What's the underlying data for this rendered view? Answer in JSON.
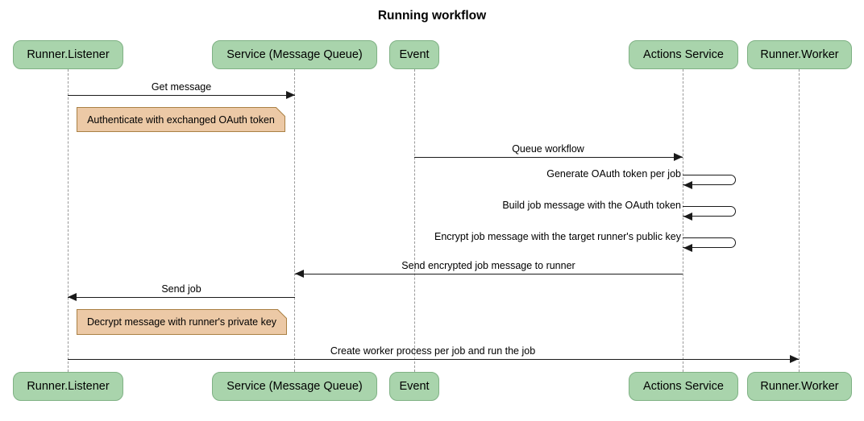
{
  "title": "Running workflow",
  "participants": [
    {
      "label": "Runner.Listener"
    },
    {
      "label": "Service (Message Queue)"
    },
    {
      "label": "Event"
    },
    {
      "label": "Actions Service"
    },
    {
      "label": "Runner.Worker"
    }
  ],
  "messages": [
    {
      "label": "Get message",
      "from": "Runner.Listener",
      "to": "Service (Message Queue)",
      "type": "solid-arrow"
    },
    {
      "label": "Queue workflow",
      "from": "Event",
      "to": "Actions Service",
      "type": "solid-arrow"
    },
    {
      "label": "Generate OAuth token per job",
      "from": "Actions Service",
      "to": "Actions Service",
      "type": "self-loop"
    },
    {
      "label": "Build job message with the OAuth token",
      "from": "Actions Service",
      "to": "Actions Service",
      "type": "self-loop"
    },
    {
      "label": "Encrypt job message with the target runner's public key",
      "from": "Actions Service",
      "to": "Actions Service",
      "type": "self-loop"
    },
    {
      "label": "Send encrypted job message to runner",
      "from": "Actions Service",
      "to": "Service (Message Queue)",
      "type": "solid-arrow"
    },
    {
      "label": "Send job",
      "from": "Service (Message Queue)",
      "to": "Runner.Listener",
      "type": "solid-arrow"
    },
    {
      "label": "Create worker process per job and run the job",
      "from": "Runner.Listener",
      "to": "Runner.Worker",
      "type": "solid-arrow"
    }
  ],
  "notes": [
    {
      "text": "Authenticate with exchanged OAuth token",
      "over": "Runner.Listener / Service (Message Queue)"
    },
    {
      "text": "Decrypt message with runner's private key",
      "over": "Runner.Listener / Service (Message Queue)"
    }
  ],
  "colors": {
    "participant_fill": "#A9D4AC",
    "participant_border": "#7FB184",
    "note_fill": "#ECC9A6",
    "note_border": "#AA8044",
    "lifeline": "#999999",
    "arrow": "#1A1A1A",
    "text": "#000000",
    "background": "#FFFFFF"
  }
}
